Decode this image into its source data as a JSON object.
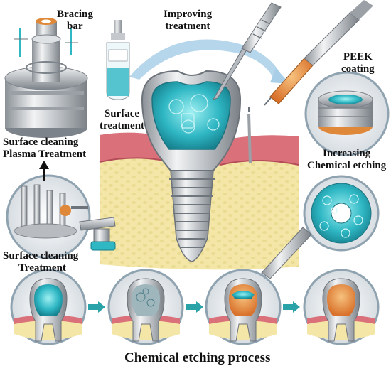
{
  "labels": {
    "bracing_bar": [
      "Bracing",
      "bar"
    ],
    "improving_treatment": [
      "Improving",
      "treatment"
    ],
    "surface_treatment": [
      "Surface",
      "treatment"
    ],
    "peek_coating": [
      "PEEK",
      "coating"
    ],
    "plasma": [
      "Surface cleaning",
      "Plasma Treatment"
    ],
    "increasing": [
      "Increasing",
      "Chemical etching"
    ],
    "surface_cleaning_treatment": [
      "Surface cleaning",
      "Treatment"
    ],
    "bottom_title": "Chemical etching process"
  },
  "colors": {
    "gum": "#d9707a",
    "bone": "#f4e6a6",
    "bone_spot": "#e8d88a",
    "metal_light": "#e6e8ea",
    "metal_dark": "#8a9096",
    "teal": "#2fb7c4",
    "teal_light": "#7fe0e6",
    "orange": "#e0883a",
    "orange_light": "#f2b06a",
    "arrow_blue": "#a9cfe8",
    "step_arrow": "#2aa3a8",
    "circle_bg": "#e9eef2"
  },
  "icons": [
    "drill-icon",
    "syringe-icon",
    "ampoule-icon",
    "implant-icon",
    "tooth-icon",
    "flow-arrow-icon"
  ]
}
